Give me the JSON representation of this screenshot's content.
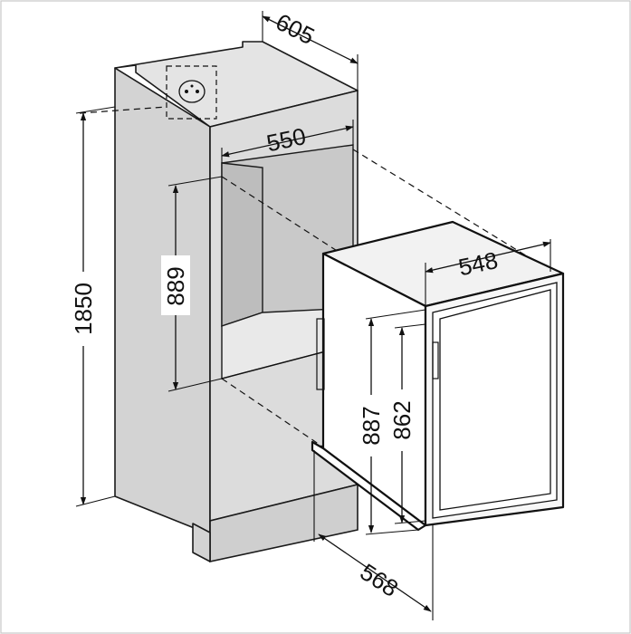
{
  "dimensions": {
    "niche_depth": "605",
    "niche_width": "550",
    "total_height": "1850",
    "niche_height": "889",
    "appliance_width": "548",
    "appliance_height_overall": "887",
    "appliance_height_body": "862",
    "appliance_depth": "568"
  },
  "icons": {
    "socket": "power-socket-icon"
  }
}
